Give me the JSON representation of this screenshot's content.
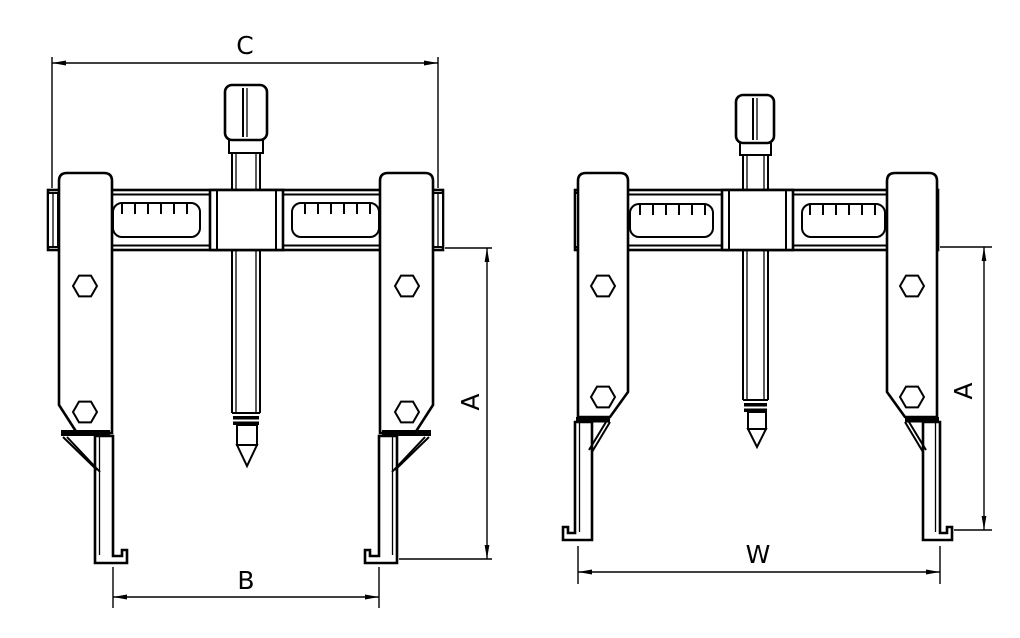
{
  "diagram": {
    "kind": "technical line drawing",
    "subject": "two-jaw puller, two views",
    "views": [
      {
        "id": "left-view",
        "jaws": "inward",
        "dimension_labels": [
          "C",
          "A",
          "B"
        ]
      },
      {
        "id": "right-view",
        "jaws": "outward",
        "dimension_labels": [
          "A",
          "W"
        ]
      }
    ]
  },
  "labels": {
    "c": "C",
    "b": "B",
    "a_left": "A",
    "a_right": "A",
    "w": "W"
  },
  "colors": {
    "line": "#000000",
    "background": "#ffffff"
  }
}
